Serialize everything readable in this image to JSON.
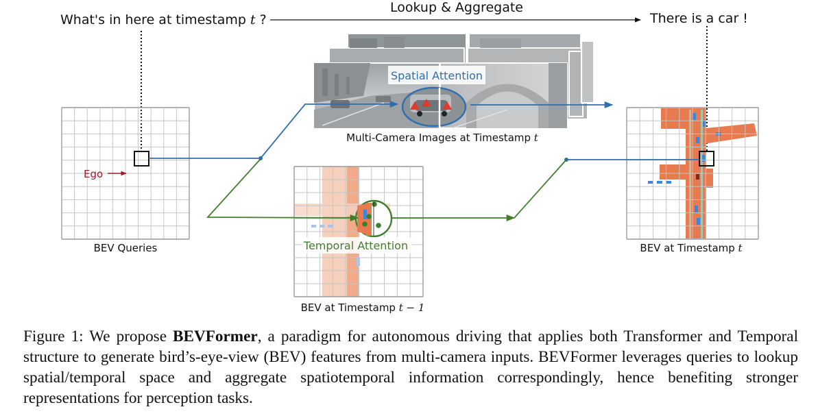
{
  "figure": {
    "question_prefix": "What's in here at timestamp ",
    "question_var": "t",
    "question_suffix": " ?",
    "top_label": "Lookup & Aggregate",
    "answer": "There is a car !",
    "ego_label": "Ego",
    "spatial_attention": "Spatial Attention",
    "temporal_attention": "Temporal Attention",
    "multi_camera_prefix": "Multi-Camera Images at Timestamp ",
    "multi_camera_var": "t",
    "bev_queries": "BEV Queries",
    "bev_t_prefix": "BEV at Timestamp ",
    "bev_t_var": "t",
    "bev_t1_prefix": "BEV at Timestamp ",
    "bev_t1_var": "t − 1",
    "colors": {
      "spatial": "#2e6fad",
      "temporal": "#3f7f2c",
      "ego": "#9b1c2e",
      "road": "#e87a4f",
      "vehicle": "#3a86e0"
    }
  },
  "caption": {
    "prefix": "Figure 1: We propose ",
    "bold": "BEVFormer",
    "rest": ", a paradigm for autonomous driving that applies both Transformer and Temporal structure to generate bird’s-eye-view (BEV) features from multi-camera inputs. BEVFormer leverages queries to lookup spatial/temporal space and aggregate spatiotemporal information correspondingly, hence benefiting stronger representations for perception tasks."
  }
}
